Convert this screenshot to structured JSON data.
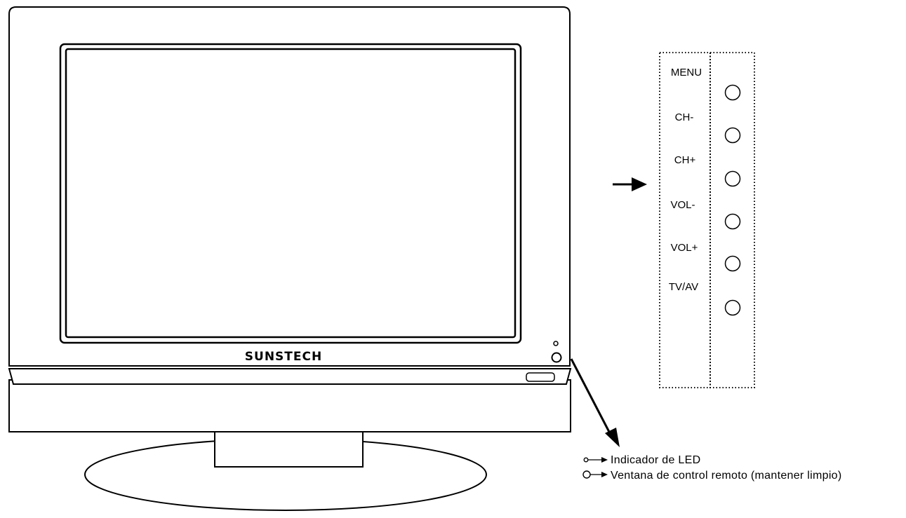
{
  "brand": "SUNSTECH",
  "panel": {
    "buttons": [
      {
        "label": "MENU"
      },
      {
        "label": "CH-"
      },
      {
        "label": "CH+"
      },
      {
        "label": "VOL-"
      },
      {
        "label": "VOL+"
      },
      {
        "label": "TV/AV"
      }
    ]
  },
  "legend": {
    "led_label": "Indicador de LED",
    "remote_label": "Ventana de control remoto (mantener limpio)"
  },
  "icons": {
    "led": "led-indicator-icon",
    "remote": "remote-sensor-icon",
    "pointer": "arrow-right-icon"
  }
}
